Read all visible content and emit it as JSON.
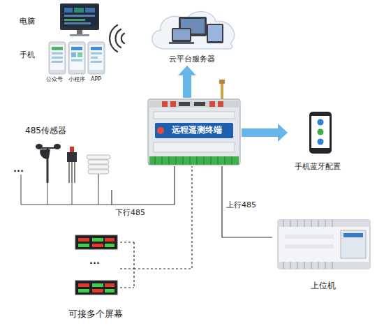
{
  "diagram": {
    "nodes": [
      {
        "text": [
          "电脑"
        ]
      },
      {
        "text": [
          "手机",
          "公众号",
          "小程序",
          "APP"
        ]
      },
      {
        "text": [
          "云平台服务器"
        ]
      },
      {
        "text": [
          "远程遥测终端"
        ]
      },
      {
        "text": [
          "485传感器"
        ]
      },
      {
        "text": [
          "手机蓝牙配置"
        ]
      },
      {
        "text": [
          "可接多个屏幕"
        ]
      },
      {
        "text": [
          "上位机"
        ]
      }
    ],
    "edges": [
      {
        "from": 3,
        "to": 2,
        "arrow": "to"
      },
      {
        "from": 3,
        "to": 5,
        "arrow": "to"
      },
      {
        "from": 4,
        "to": 3,
        "label": "下行485",
        "arrow": "none"
      },
      {
        "from": 6,
        "to": 3,
        "arrow": "none"
      },
      {
        "from": 3,
        "to": 7,
        "label": "上行485",
        "arrow": "none"
      }
    ],
    "labels": [
      "...",
      "..."
    ]
  }
}
